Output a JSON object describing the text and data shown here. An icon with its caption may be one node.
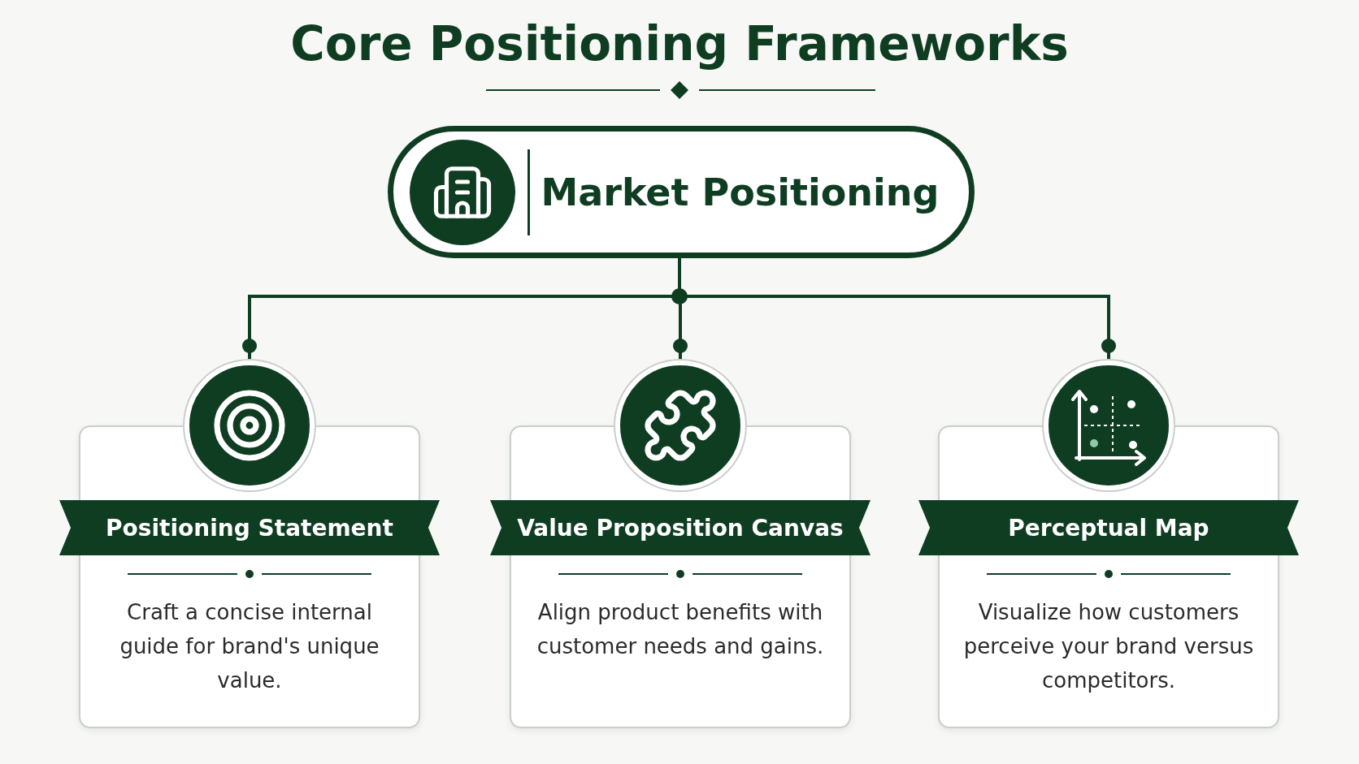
{
  "diagram": {
    "title": "Core Positioning Frameworks",
    "nodes": [
      {
        "text": [
          "Market Positioning"
        ]
      },
      {
        "text": [
          "Positioning Statement",
          "Craft a concise internal guide for brand's unique value."
        ]
      },
      {
        "text": [
          "Value Proposition Canvas",
          "Align product benefits with customer needs and gains."
        ]
      },
      {
        "text": [
          "Perceptual Map",
          "Visualize how customers perceive your brand versus competitors."
        ]
      }
    ],
    "edges": [
      {
        "from": 0,
        "to": 1,
        "arrow": "other"
      },
      {
        "from": 0,
        "to": 2,
        "arrow": "other"
      },
      {
        "from": 0,
        "to": 3,
        "arrow": "other"
      }
    ]
  }
}
